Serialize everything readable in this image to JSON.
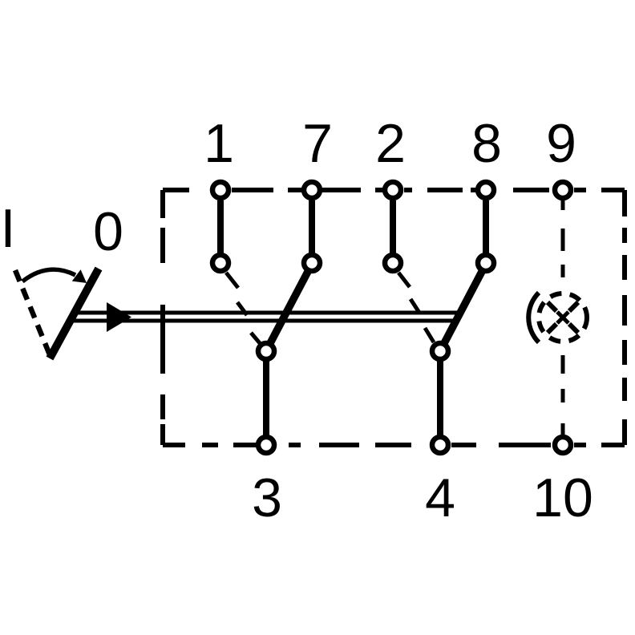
{
  "diagram": {
    "lever": {
      "position_on_label": "I",
      "position_off_label": "0"
    },
    "terminals": {
      "top": [
        "1",
        "7",
        "2",
        "8",
        "9"
      ],
      "bottom": [
        "3",
        "4",
        "10"
      ]
    },
    "icons": {
      "lamp": "illumination-lamp-icon",
      "actuator_arrow": "actuation-direction-arrow-icon",
      "lever_arrow": "lever-rotation-arrow-icon"
    },
    "colors": {
      "ink": "#000000",
      "background": "#ffffff"
    }
  }
}
